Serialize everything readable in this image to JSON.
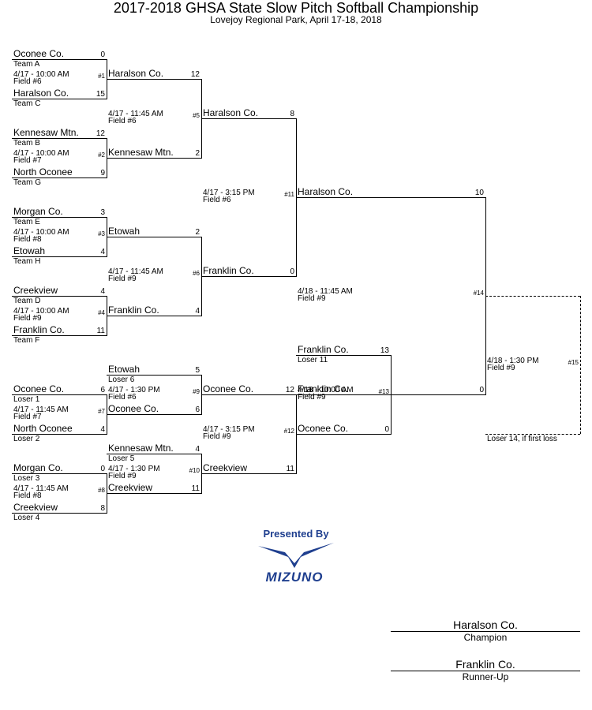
{
  "title": "2017-2018 GHSA State Slow Pitch Softball Championship",
  "subtitle": "Lovejoy Regional Park, April 17-18, 2018",
  "games": [
    {
      "id": "g1",
      "num": "#1",
      "when": "4/17 - 10:00 AM",
      "field": "Field #6",
      "top": {
        "team": "Oconee Co.",
        "sub": "Team A",
        "score": "0"
      },
      "bot": {
        "team": "Haralson Co.",
        "sub": "Team C",
        "score": "15"
      }
    },
    {
      "id": "g2",
      "num": "#2",
      "when": "4/17 - 10:00 AM",
      "field": "Field #7",
      "top": {
        "team": "Kennesaw Mtn.",
        "sub": "Team B",
        "score": "12"
      },
      "bot": {
        "team": "North Oconee",
        "sub": "Team G",
        "score": "9"
      }
    },
    {
      "id": "g3",
      "num": "#3",
      "when": "4/17 - 10:00 AM",
      "field": "Field #8",
      "top": {
        "team": "Morgan Co.",
        "sub": "Team E",
        "score": "3"
      },
      "bot": {
        "team": "Etowah",
        "sub": "Team H",
        "score": "4"
      }
    },
    {
      "id": "g4",
      "num": "#4",
      "when": "4/17 - 10:00 AM",
      "field": "Field #9",
      "top": {
        "team": "Creekview",
        "sub": "Team D",
        "score": "4"
      },
      "bot": {
        "team": "Franklin Co.",
        "sub": "Team F",
        "score": "11"
      }
    },
    {
      "id": "g5",
      "num": "#5",
      "when": "4/17 - 11:45 AM",
      "field": "Field #6",
      "top": {
        "team": "Haralson Co.",
        "sub": "",
        "score": "12"
      },
      "bot": {
        "team": "Kennesaw Mtn.",
        "sub": "",
        "score": "2"
      }
    },
    {
      "id": "g6",
      "num": "#6",
      "when": "4/17 - 11:45 AM",
      "field": "Field #9",
      "top": {
        "team": "Etowah",
        "sub": "",
        "score": "2"
      },
      "bot": {
        "team": "Franklin Co.",
        "sub": "",
        "score": "4"
      }
    },
    {
      "id": "g11",
      "num": "#11",
      "when": "4/17 - 3:15 PM",
      "field": "Field #6",
      "top": {
        "team": "Haralson Co.",
        "sub": "",
        "score": "8"
      },
      "bot": {
        "team": "Franklin Co.",
        "sub": "",
        "score": "0"
      }
    },
    {
      "id": "g14",
      "num": "#14",
      "when": "4/18 - 11:45 AM",
      "field": "Field #9",
      "top": {
        "team": "Haralson Co.",
        "sub": "",
        "score": "10"
      },
      "bot": {
        "team": "Franklin Co.",
        "sub": "",
        "score": "0"
      }
    },
    {
      "id": "g7",
      "num": "#7",
      "when": "4/17 - 11:45 AM",
      "field": "Field #7",
      "top": {
        "team": "Oconee Co.",
        "sub": "Loser 1",
        "score": "6"
      },
      "bot": {
        "team": "North Oconee",
        "sub": "Loser 2",
        "score": "4"
      }
    },
    {
      "id": "g8",
      "num": "#8",
      "when": "4/17 - 11:45 AM",
      "field": "Field #8",
      "top": {
        "team": "Morgan Co.",
        "sub": "Loser 3",
        "score": "0"
      },
      "bot": {
        "team": "Creekview",
        "sub": "Loser 4",
        "score": "8"
      }
    },
    {
      "id": "g9",
      "num": "#9",
      "when": "4/17 - 1:30 PM",
      "field": "Field #6",
      "top": {
        "team": "Etowah",
        "sub": "Loser 6",
        "score": "5"
      },
      "bot": {
        "team": "Oconee Co.",
        "sub": "",
        "score": "6"
      }
    },
    {
      "id": "g10",
      "num": "#10",
      "when": "4/17 - 1:30 PM",
      "field": "Field #9",
      "top": {
        "team": "Kennesaw Mtn.",
        "sub": "Loser 5",
        "score": "4"
      },
      "bot": {
        "team": "Creekview",
        "sub": "",
        "score": "11"
      }
    },
    {
      "id": "g12",
      "num": "#12",
      "when": "4/17 - 3:15 PM",
      "field": "Field #9",
      "top": {
        "team": "Oconee Co.",
        "sub": "",
        "score": "12"
      },
      "bot": {
        "team": "Creekview",
        "sub": "",
        "score": "11"
      }
    },
    {
      "id": "g13",
      "num": "#13",
      "when": "4/18 - 10:00 AM",
      "field": "Field #9",
      "top": {
        "team": "Franklin Co.",
        "sub": "Loser 11",
        "score": "13"
      },
      "bot": {
        "team": "Oconee Co.",
        "sub": "",
        "score": "0"
      }
    },
    {
      "id": "g15",
      "num": "#15",
      "when": "4/18 - 1:30 PM",
      "field": "Field #9",
      "top": {
        "team": "",
        "sub": "",
        "score": ""
      },
      "bot": {
        "team": "",
        "sub": "Loser 14, if first loss",
        "score": ""
      }
    }
  ],
  "sponsor": {
    "presented_by": "Presented By",
    "brand": "MIZUNO"
  },
  "results": {
    "champion": {
      "team": "Haralson Co.",
      "label": "Champion"
    },
    "runner_up": {
      "team": "Franklin Co.",
      "label": "Runner-Up"
    }
  }
}
